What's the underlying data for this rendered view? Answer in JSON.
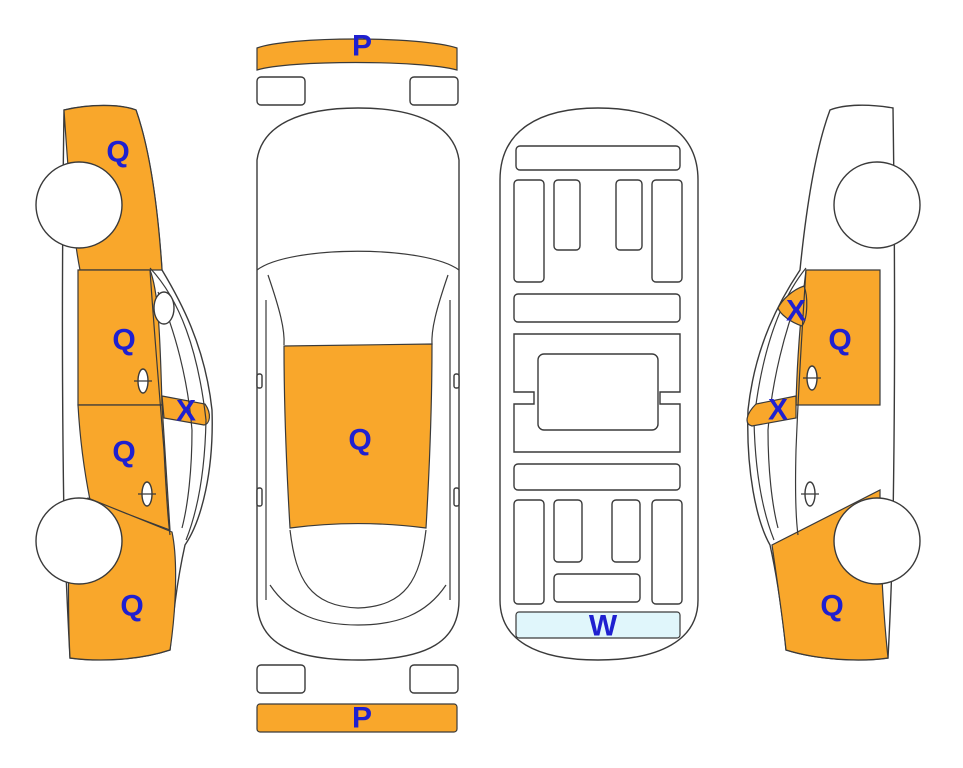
{
  "colors": {
    "damage": "#F9A72B",
    "glass_damage": "#E0F6FB",
    "code_text": "#1F20D0",
    "outline": "#3a3a3a"
  },
  "views": {
    "left_side": {
      "rear_quarter": "Q",
      "rear_door": "Q",
      "front_door": "Q",
      "front_fender": "Q",
      "mirror": "X"
    },
    "top": {
      "front_bumper": "P",
      "hood": "Q",
      "rear_bumper": "P"
    },
    "underbody": {
      "rear_panel": "W"
    },
    "right_side": {
      "front_door_glass": "X",
      "front_door": "Q",
      "mirror": "X",
      "front_fender": "Q"
    }
  }
}
